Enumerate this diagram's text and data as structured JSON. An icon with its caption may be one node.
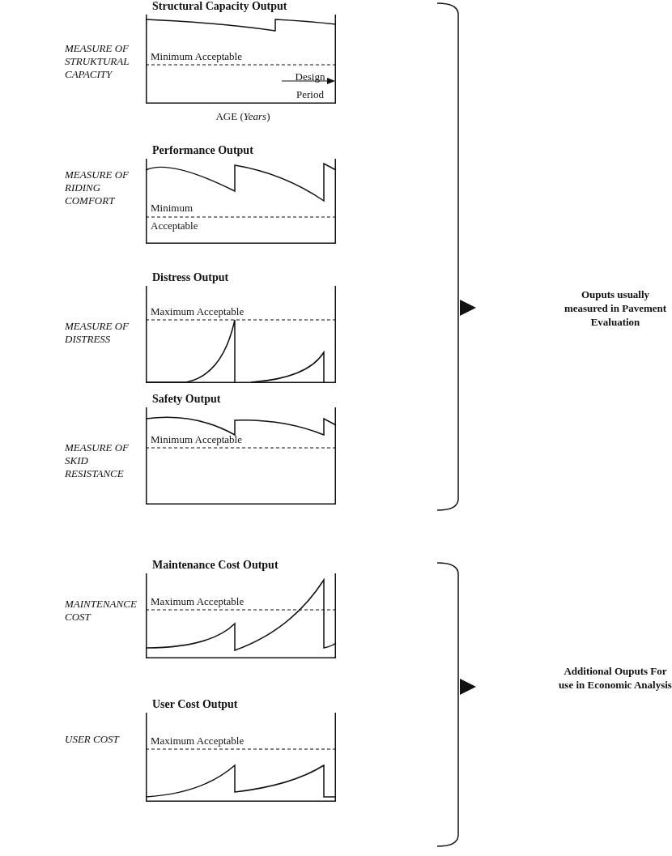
{
  "diagram": {
    "nodes": [
      {
        "text": [
          "Structural Capacity Output",
          "Minimum Acceptable",
          "Design Period"
        ],
        "beside": [
          "MEASURE OF STRUKTURAL CAPACITY"
        ]
      },
      {
        "text": [
          "Performance Output",
          "Minimum Acceptable"
        ],
        "beside": [
          "MEASURE OF RIDING COMFORT"
        ]
      },
      {
        "text": [
          "Distress Output",
          "Maximum Acceptable"
        ],
        "beside": [
          "MEASURE OF DISTRESS"
        ]
      },
      {
        "text": [
          "Safety Output",
          "Minimum Acceptable"
        ],
        "beside": [
          "MEASURE OF SKID RESISTANCE"
        ]
      },
      {
        "text": [
          "Maintenance Cost Output",
          "Maximum Acceptable"
        ],
        "beside": [
          "MAINTENANCE COST"
        ]
      },
      {
        "text": [
          "User Cost Output",
          "Maximum Acceptable"
        ],
        "beside": [
          "USER COST"
        ]
      }
    ],
    "labels": [
      "AGE (*Years*)",
      "Ouputs usually measured in Pavement Evaluation",
      "Additional Ouputs For use in Economic Analysis"
    ]
  }
}
